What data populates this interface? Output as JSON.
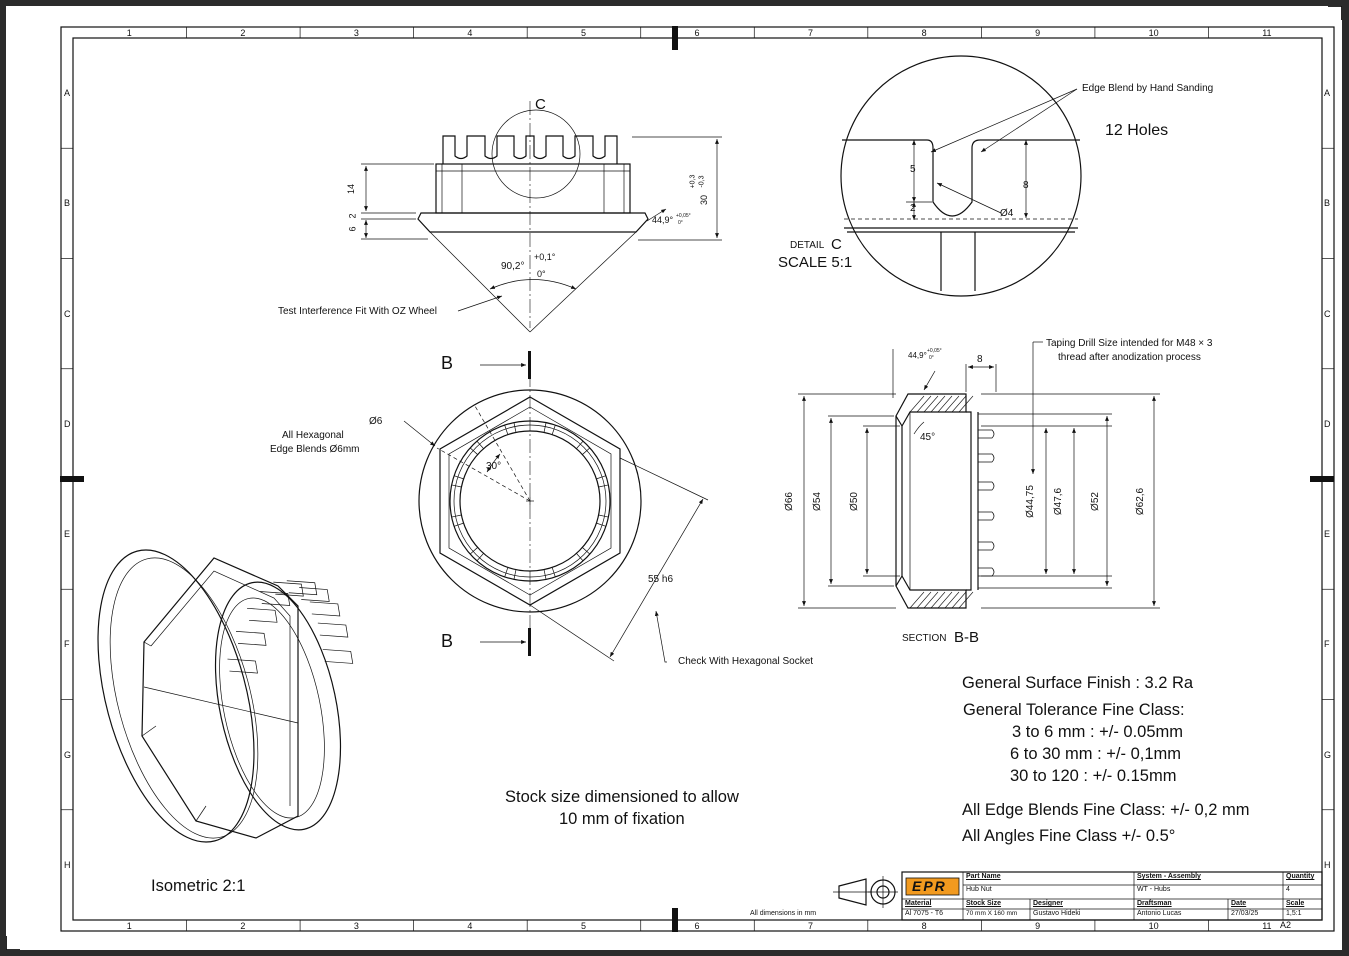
{
  "frame": {
    "columns": [
      "1",
      "2",
      "3",
      "4",
      "5",
      "6",
      "7",
      "8",
      "9",
      "10",
      "11"
    ],
    "rows": [
      "A",
      "B",
      "C",
      "D",
      "E",
      "F",
      "G",
      "H"
    ],
    "sheet_size": "A2"
  },
  "views": {
    "front": {
      "detail_callout": "C",
      "dims": {
        "height_14": "14",
        "step_2": "2",
        "flange_6": "6",
        "overall_30": "30",
        "tol_30_plus": "+0,3",
        "tol_30_minus": "-0,3",
        "chamfer_angle": "44,9°",
        "chamfer_tol_plus": "+0,05°",
        "chamfer_tol_minus": "0°",
        "cone_angle": "90,2°",
        "cone_tol_plus": "+0,1°",
        "cone_tol_minus": "0°"
      },
      "note_interference": "Test Interference Fit With OZ Wheel"
    },
    "detail": {
      "title_prefix": "DETAIL",
      "title_letter": "C",
      "scale": "SCALE 5:1",
      "edge_blend_note": "Edge Blend by Hand Sanding",
      "holes_note": "12 Holes",
      "dims": {
        "d5": "5",
        "d2": "2",
        "d8": "8",
        "dia4": "Ø4"
      }
    },
    "top": {
      "section_letter_top": "B",
      "section_letter_bottom": "B",
      "blend_note_line1": "All Hexagonal",
      "blend_note_line2": "Edge Blends Ø6mm",
      "blend_dim": "Ø6",
      "angle_30": "30°",
      "across_flats": "55  h6",
      "socket_note": "Check With Hexagonal Socket"
    },
    "section": {
      "title_prefix": "SECTION",
      "title_letter": "B-B",
      "tap_note_line1": "Taping Drill Size intended for M48 × 3",
      "tap_note_line2": "thread after anodization process",
      "dims": {
        "chamfer_angle": "44,9°",
        "chamfer_tol_plus": "+0,05°",
        "chamfer_tol_minus": "0°",
        "width_8": "8",
        "angle_45": "45°",
        "d66": "Ø66",
        "d54": "Ø54",
        "d50": "Ø50",
        "d44_75": "Ø44,75",
        "d47_6": "Ø47,6",
        "d52": "Ø52",
        "d62_6": "Ø62,6"
      }
    },
    "iso": {
      "label": "Isometric 2:1"
    }
  },
  "notes": {
    "surface": "General Surface Finish : 3.2 Ra",
    "tolerance_title": "General Tolerance Fine Class:",
    "tolerance_lines": [
      "3 to 6 mm : +/- 0.05mm",
      "6 to 30 mm : +/- 0,1mm",
      "30 to 120 : +/- 0.15mm"
    ],
    "edge_blends": "All Edge Blends Fine Class: +/- 0,2 mm",
    "angles": "All Angles Fine Class +/- 0.5°",
    "stock_line1": "Stock size dimensioned to allow",
    "stock_line2": "10 mm of fixation",
    "units": "All dimensions in mm"
  },
  "title_block": {
    "logo": "EPR",
    "part_name_label": "Part Name",
    "part_name": "Hub Nut",
    "system_label": "System - Assembly",
    "system": "WT - Hubs",
    "quantity_label": "Quantity",
    "quantity": "4",
    "material_label": "Material",
    "material": "Al 7075 - T6",
    "stock_label": "Stock Size",
    "stock": "70 mm X 160 mm",
    "designer_label": "Designer",
    "designer": "Gustavo Hideki",
    "draftsman_label": "Draftsman",
    "draftsman": "Antonio Lucas",
    "date_label": "Date",
    "date": "27/03/25",
    "scale_label": "Scale",
    "scale": "1,5:1"
  }
}
